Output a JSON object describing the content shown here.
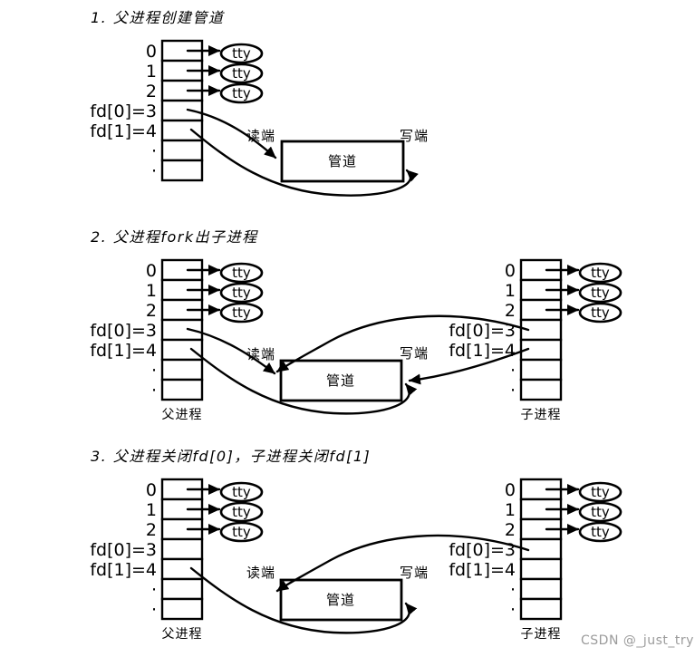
{
  "sections": [
    {
      "title": "1. 父进程创建管道"
    },
    {
      "title": "2. 父进程fork出子进程"
    },
    {
      "title": "3. 父进程关闭fd[0]，子进程关闭fd[1]"
    }
  ],
  "fd_table": {
    "labels": [
      "0",
      "1",
      "2",
      "fd[0]=3",
      "fd[1]=4",
      "·",
      "·"
    ],
    "tty_label": "tty"
  },
  "pipe": {
    "box_label": "管道",
    "read_label": "读端",
    "write_label": "写端"
  },
  "process_labels": {
    "parent": "父进程",
    "child": "子进程"
  },
  "watermark": {
    "text": "CSDN @_just_try",
    "color": "#9b9b9b"
  },
  "colors": {
    "ink": "#000000",
    "background": "#ffffff"
  }
}
